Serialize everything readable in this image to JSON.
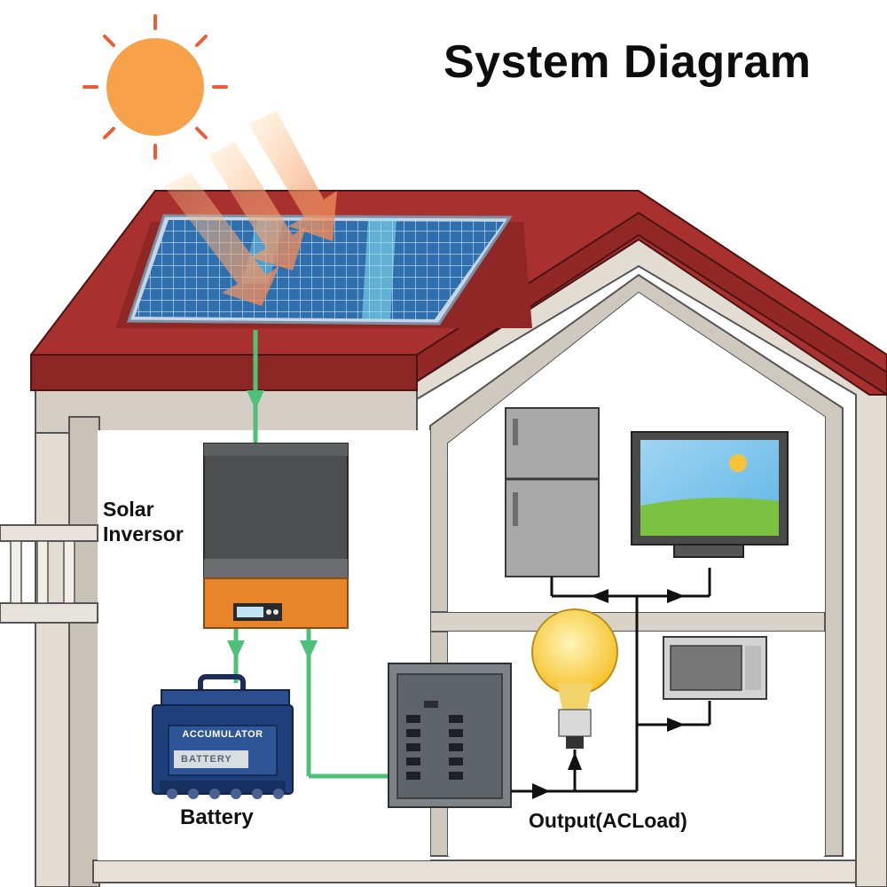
{
  "title": "System Diagram",
  "labels": {
    "inverter_line1": "Solar",
    "inverter_line2": "Inversor",
    "battery": "Battery",
    "output": "Output(ACLoad)"
  },
  "battery_device": {
    "brand": "ACCUMULATOR",
    "caption": "BATTERY"
  },
  "colors": {
    "roof": "#a8302e",
    "wall": "#d9d2c7",
    "panel": "#2f6fae",
    "inverter_top": "#4d4f52",
    "inverter_bottom": "#e8842a",
    "battery_body": "#1f3f7a",
    "flow_arrow_dc": "#4fc07a",
    "flow_arrow_ac": "#111111",
    "sun": "#f7a24b"
  },
  "icons": [
    "sun-icon",
    "solar-panel-icon",
    "inverter-icon",
    "battery-icon",
    "breaker-panel-icon",
    "fridge-icon",
    "tv-icon",
    "light-bulb-icon",
    "microwave-icon"
  ]
}
